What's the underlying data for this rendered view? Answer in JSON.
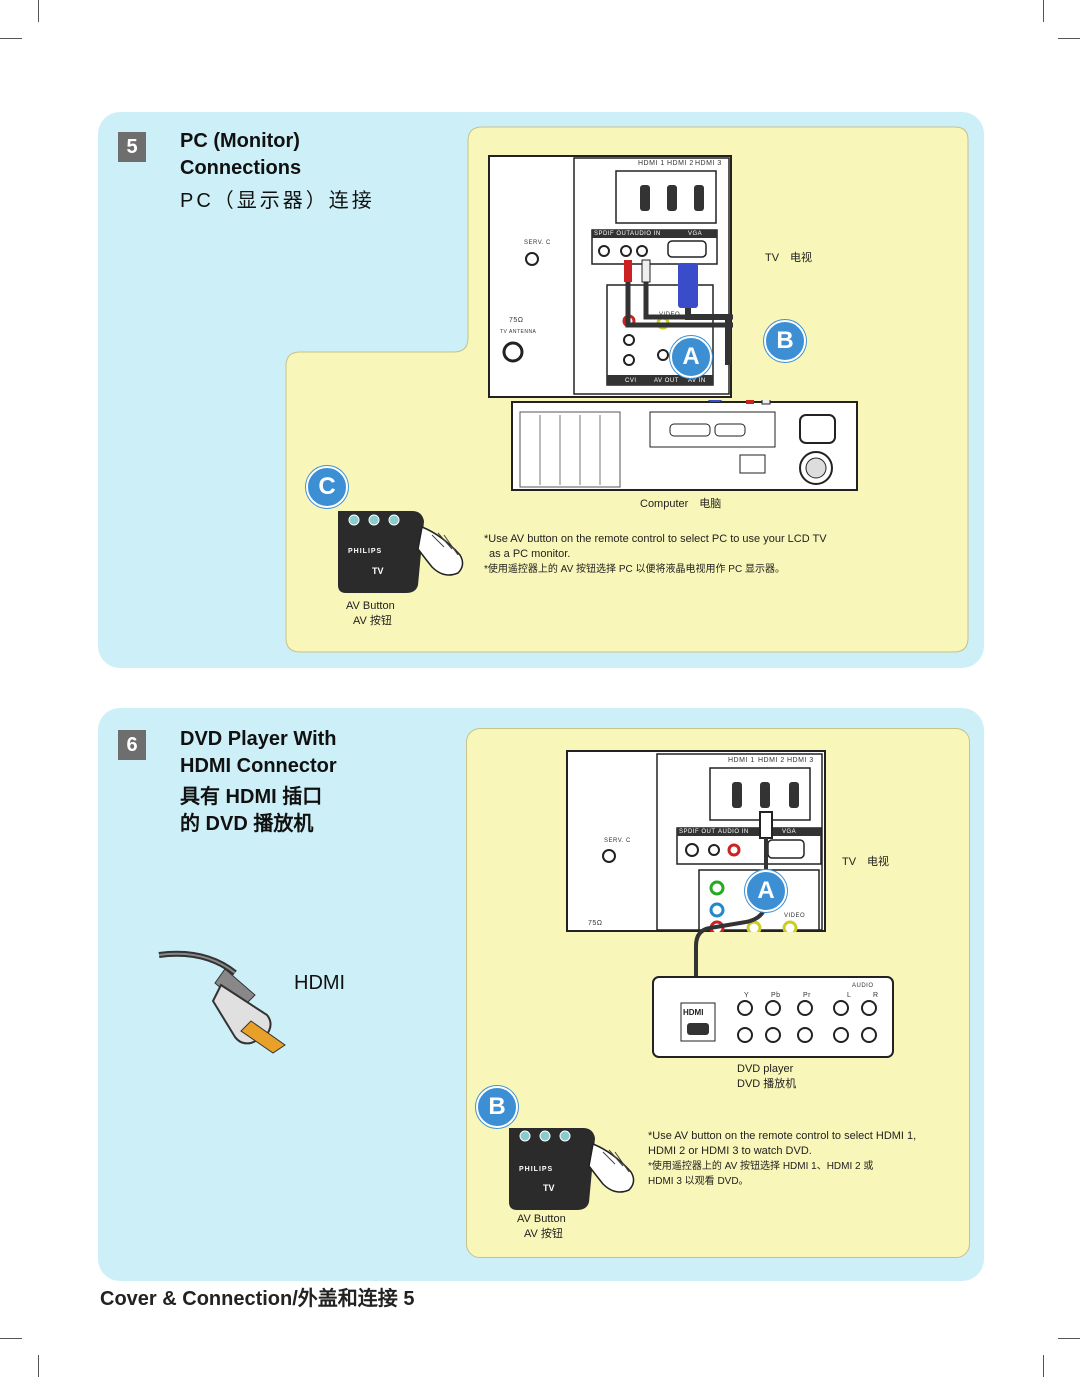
{
  "footer": {
    "text": "Cover & Connection/外盖和连接 5"
  },
  "section5": {
    "number": "5",
    "title_line1": "PC (Monitor)",
    "title_line2": "Connections",
    "title_cn": "PC（显示器）连接",
    "tv_label": "TV　电视",
    "computer_label": "Computer　电脑",
    "note_line1": "*Use AV button on the remote control to select PC to use your LCD TV",
    "note_line2": "as a PC monitor.",
    "note_cn": "*使用遥控器上的 AV 按钮选择 PC 以便将液晶电视用作 PC 显示器。",
    "av_button": "AV Button",
    "av_button_cn": "AV 按钮",
    "badge_a": "A",
    "badge_b": "B",
    "badge_c": "C",
    "ports": {
      "hdmi1": "HDMI 1",
      "hdmi2": "HDMI 2",
      "hdmi3": "HDMI 3",
      "spdif": "SPDIF OUT",
      "audio_in": "AUDIO IN",
      "vga": "VGA",
      "serv": "SERV. C",
      "ant": "75Ω",
      "tv_antenna": "TV ANTENNA",
      "video": "VIDEO",
      "cvi": "CVI",
      "av_out": "AV OUT",
      "av_in": "AV IN"
    },
    "remote_brand": "PHILIPS",
    "remote_tv": "TV"
  },
  "section6": {
    "number": "6",
    "title_line1": "DVD Player With",
    "title_line2": "HDMI Connector",
    "title_cn1": "具有 HDMI 插口",
    "title_cn2": "的 DVD 播放机",
    "hdmi_label": "HDMI",
    "tv_label": "TV　电视",
    "dvd_label": "DVD player",
    "dvd_label_cn": "DVD 播放机",
    "note_line1": "*Use AV button on the remote control to select HDMI 1,",
    "note_line2": "HDMI 2 or HDMI 3 to watch DVD.",
    "note_cn1": "*使用遥控器上的 AV 按钮选择 HDMI 1、HDMI 2 或",
    "note_cn2": "HDMI 3 以观看 DVD。",
    "av_button": "AV Button",
    "av_button_cn": "AV 按钮",
    "badge_a": "A",
    "badge_b": "B",
    "ports": {
      "hdmi1": "HDMI 1",
      "hdmi2": "HDMI 2",
      "hdmi3": "HDMI 3",
      "spdif": "SPDIF OUT",
      "audio_in": "AUDIO IN",
      "vga": "VGA",
      "serv": "SERV. C",
      "ant": "75Ω",
      "video": "VIDEO",
      "dvd_hdmi": "HDMI",
      "dvd_audio": "AUDIO",
      "y": "Y",
      "pb": "Pb",
      "pr": "Pr",
      "l": "L",
      "r": "R"
    },
    "remote_brand": "PHILIPS",
    "remote_tv": "TV"
  },
  "colors": {
    "panel": "#cdf0f8",
    "inner": "#f8f6b8",
    "badge": "#3c8fd3",
    "section_num": "#6e6e6e"
  }
}
